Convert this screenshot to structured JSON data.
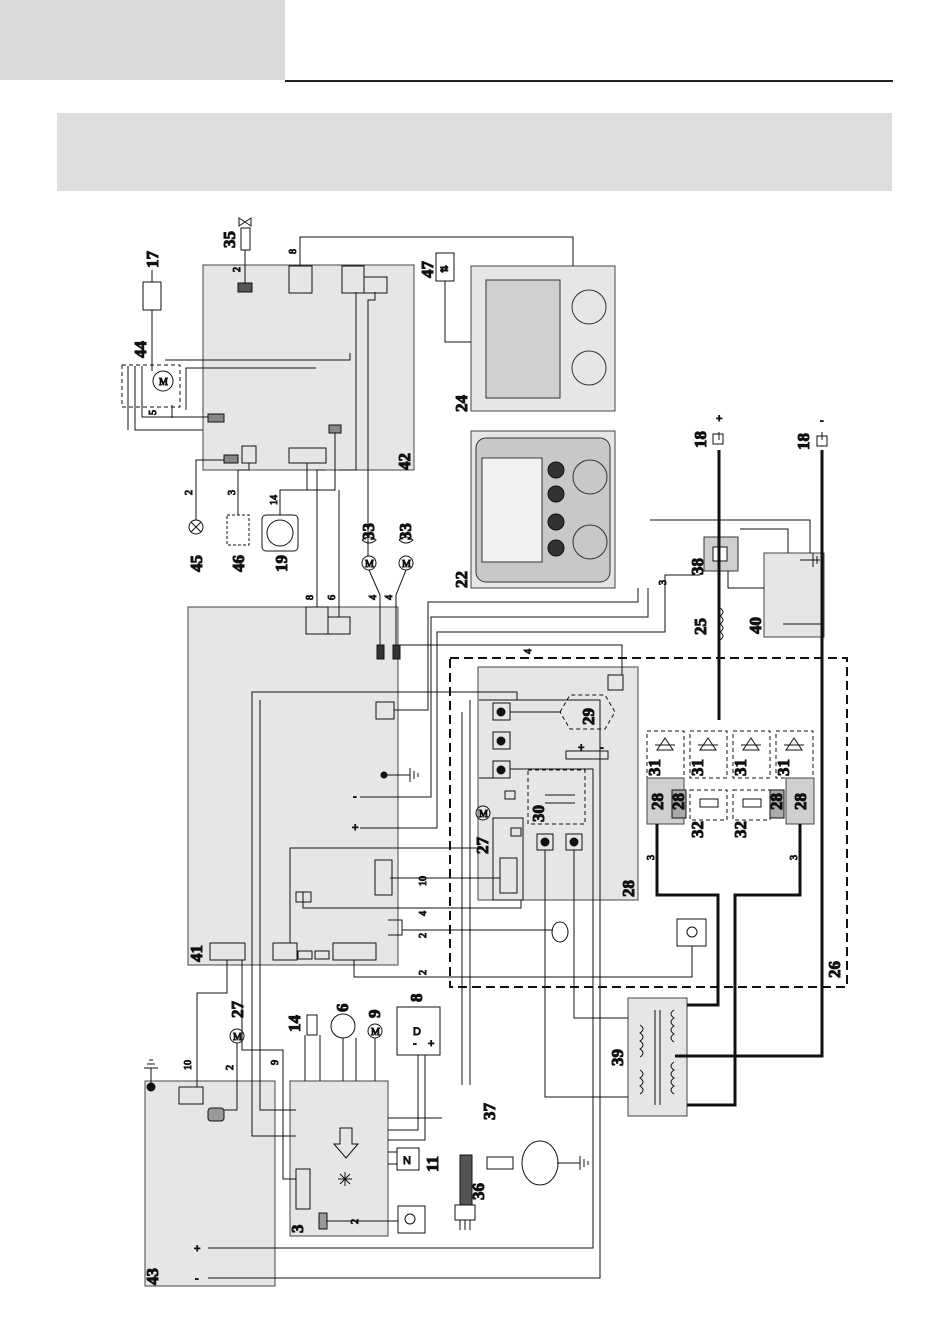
{
  "labels": {
    "l17": "17",
    "l35": "35",
    "l44": "44",
    "l47": "47",
    "l24": "24",
    "l42": "42",
    "l22": "22",
    "l45": "45",
    "l46": "46",
    "l19": "19",
    "l33a": "33",
    "l33b": "33",
    "l18a": "18",
    "l18b": "18",
    "l38": "38",
    "l40": "40",
    "l25": "25",
    "l41": "41",
    "l29": "29",
    "l30": "30",
    "l27a": "27",
    "l28a": "28",
    "l31": "31",
    "l32": "32",
    "l27b": "27",
    "l14": "14",
    "l6": "6",
    "l9": "9",
    "l8": "8",
    "l39": "39",
    "l26": "26",
    "l43": "43",
    "l3": "3",
    "l11": "11",
    "l37": "37",
    "l36": "36"
  },
  "wire_counts": {
    "w8a": "8",
    "w2a": "2",
    "w2b": "2",
    "w3a": "3",
    "w14": "14",
    "w8b": "8",
    "w6": "6",
    "w4a": "4",
    "w4b": "4",
    "w4c": "4",
    "w3b": "3",
    "w10a": "10",
    "w4d": "4",
    "w2c": "2",
    "w2d": "2",
    "w3c": "3",
    "w3d": "3",
    "w10b": "10",
    "w2e": "2",
    "w9": "9",
    "w2f": "2",
    "w5": "5"
  },
  "symbols": {
    "motor": "M",
    "neutral": "N",
    "plus": "+",
    "minus": "-",
    "dc": "D"
  }
}
